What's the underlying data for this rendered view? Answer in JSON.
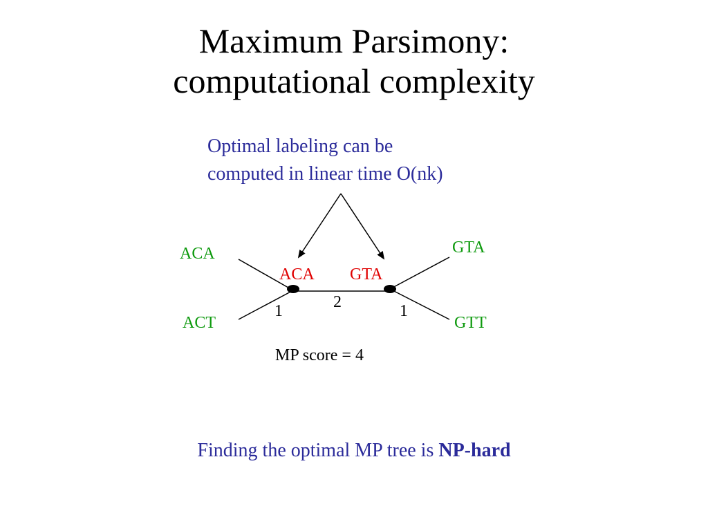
{
  "title": {
    "line1": "Maximum Parsimony:",
    "line2": "computational complexity"
  },
  "note": {
    "line1": "Optimal labeling can be",
    "line2": "computed in linear time O(nk)"
  },
  "tree": {
    "leaves": {
      "top_left": "ACA",
      "bottom_left": "ACT",
      "top_right": "GTA",
      "bottom_right": "GTT"
    },
    "internal": {
      "left": "ACA",
      "right": "GTA"
    },
    "edge_costs": {
      "left_bottom": "1",
      "middle": "2",
      "right_bottom": "1"
    }
  },
  "score": "MP score = 4",
  "bottom": {
    "text": "Finding the optimal MP tree is ",
    "bold": "NP-hard"
  },
  "colors": {
    "title": "#000000",
    "note": "#2b2b9a",
    "leaf_labels": "#0e9a0e",
    "internal_labels": "#e00000"
  }
}
